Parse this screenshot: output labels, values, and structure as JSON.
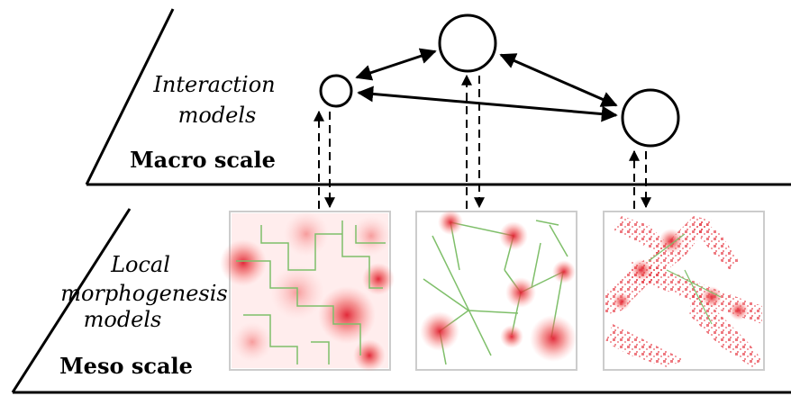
{
  "macro": {
    "label_line1": "Interaction",
    "label_line2": "models",
    "scale_label": "Macro scale"
  },
  "meso": {
    "label_line1": "Local",
    "label_line2": "morphogenesis",
    "label_line3": "models",
    "scale_label": "Meso scale"
  },
  "colors": {
    "line": "#000000",
    "density": "#e8404a",
    "network": "#7fbf6a",
    "panel_border": "#cccccc"
  }
}
